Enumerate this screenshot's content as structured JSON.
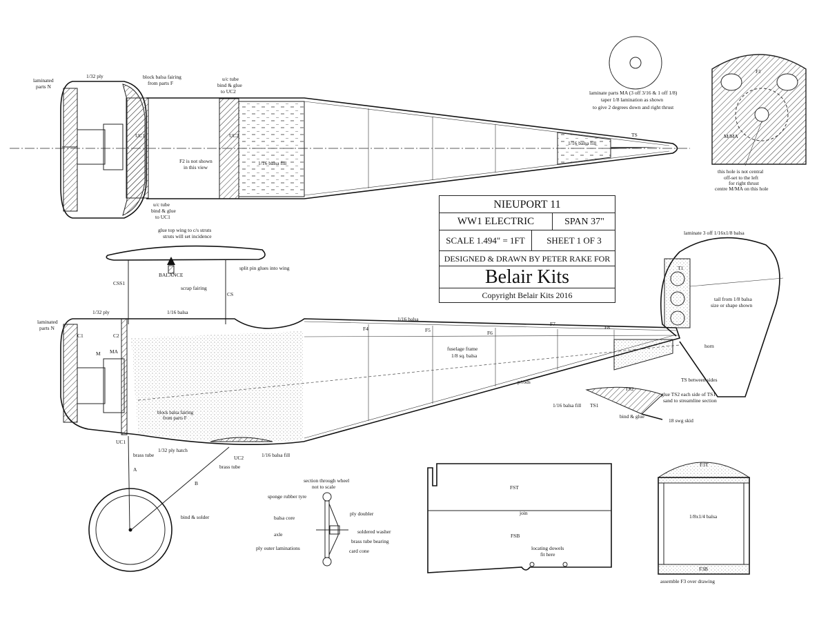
{
  "title_block": {
    "model": "NIEUPORT 11",
    "type": "WW1 ELECTRIC",
    "span": "SPAN 37\"",
    "scale": "SCALE 1.494\" = 1FT",
    "sheet": "SHEET 1 OF 3",
    "designer": "DESIGNED & DRAWN BY PETER RAKE FOR",
    "brand": "Belair Kits",
    "copyright": "Copyright Belair Kits 2016"
  },
  "top_view": {
    "laminated_n": [
      "laminated",
      "parts N"
    ],
    "ply": "1/32 ply",
    "fairing": [
      "block balsa fairing",
      "from parts F"
    ],
    "uc_tube_2": [
      "u/c tube",
      "bind & glue",
      "to UC2"
    ],
    "uc1": "UC1",
    "uc2": "UC2",
    "f2_note": [
      "F2 is not shown",
      "in this view"
    ],
    "balsa_fill": "1/16 balsa fill",
    "balsa_fill_tail": "1/16 balsa fill",
    "ts": "TS",
    "uc_tube_1": [
      "u/c tube",
      "bind & glue",
      "to UC1"
    ]
  },
  "former_f1": {
    "label_f1": "F1",
    "label_ma": "M/MA",
    "hole_note": [
      "this hole is not central",
      "off-set to the left",
      "for right thrust",
      "centre M/MA on this hole"
    ]
  },
  "lamination_note": [
    "laminate parts MA (3 off 3/16 & 1 off 1/8)",
    "taper 1/8 lamination as shown",
    "to give 2 degrees down and right thrust"
  ],
  "side_view": {
    "wing_note": [
      "glue top wing to c/s struts",
      "struts will set incidence"
    ],
    "split_pin": "split pin glues into wing",
    "balance": "BALANCE",
    "css1": "CSS1",
    "scrap_fairing": "scrap fairing",
    "cs": "CS",
    "ply": "1/32 ply",
    "balsa_top": "1/16 balsa",
    "balsa_deck": "1/16 balsa",
    "laminated_n": [
      "laminated",
      "parts N"
    ],
    "c1": "C1",
    "c2": "C2",
    "m": "M",
    "ma": "MA",
    "f4": "F4",
    "f5": "F5",
    "f6": "F6",
    "f7": "F7",
    "f8": "F8",
    "frame": [
      "fuselage frame",
      "1/8 sq. balsa"
    ],
    "prods": "p/rods",
    "block_fairing": [
      "block balsa fairing",
      "from parts F"
    ],
    "uc1": "UC1",
    "brass_tube": "brass tube",
    "hatch": "1/32 ply hatch",
    "uc2": "UC2",
    "brass_tube_2": "brass tube",
    "balsa_fill_belly": "1/16 balsa fill",
    "balsa_fill_rear": "1/16 balsa fill",
    "ts1": "TS1",
    "ts2": "TS2",
    "bind_glue": "bind & glue",
    "skid": "18 swg skid",
    "ts_between": "TS between sides",
    "glue_ts2": [
      "glue TS2 each side of TS1",
      "sand to streamline section"
    ],
    "horn": "horn",
    "tail_note": [
      "laminate 3 off 1/16x1/8 balsa"
    ],
    "t1": "T1",
    "tail_from": [
      "tail from 1/8 balsa",
      "size or shape shown"
    ]
  },
  "undercarriage": {
    "a": "A",
    "b": "B",
    "bind_solder": "bind & solder"
  },
  "wheel_section": {
    "title": [
      "section through wheel",
      "not to scale"
    ],
    "tyre": "sponge rubber tyre",
    "core": "balsa core",
    "axle": "axle",
    "ply_outer": "ply outer laminations",
    "ply_doubler": "ply doubler",
    "washer": "soldered washer",
    "bearing": "brass tube bearing",
    "card_cone": "card cone"
  },
  "fuel_tank": {
    "fst": "FST",
    "join": "join",
    "fsb": "FSB",
    "dowels": [
      "locating dowels",
      "fit here"
    ]
  },
  "former_f3": {
    "f3t": "F3T",
    "strip": "1/8x1/4 balsa",
    "f3b": "F3B",
    "note": "assemble F3 over drawing"
  },
  "colors": {
    "line": "#222222",
    "paper": "#ffffff"
  }
}
